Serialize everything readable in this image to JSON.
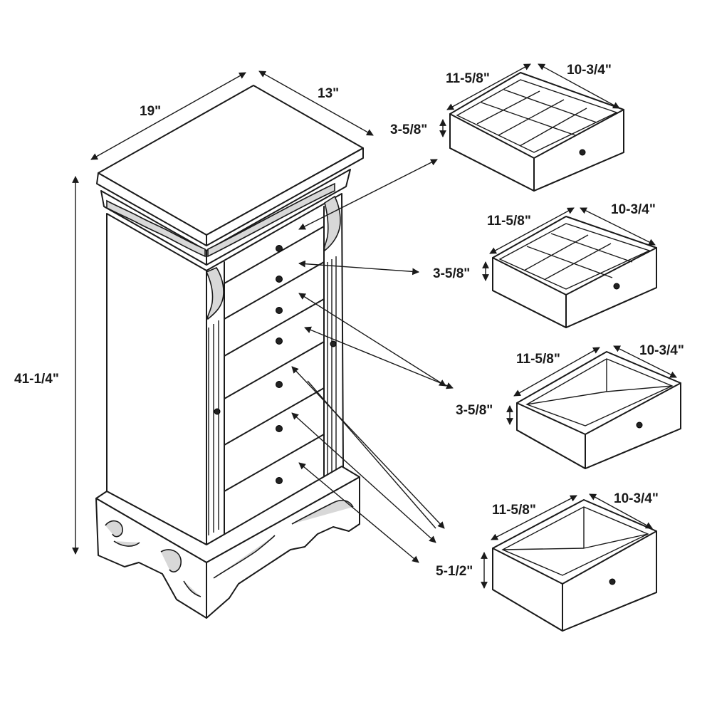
{
  "cabinet": {
    "width_label": "19\"",
    "depth_label": "13\"",
    "height_label": "41-1/4\""
  },
  "drawers": [
    {
      "depth_label": "11-5/8\"",
      "width_label": "10-3/4\"",
      "height_label": "3-5/8\"",
      "compartments": "grid"
    },
    {
      "depth_label": "11-5/8\"",
      "width_label": "10-3/4\"",
      "height_label": "3-5/8\"",
      "compartments": "grid"
    },
    {
      "depth_label": "11-5/8\"",
      "width_label": "10-3/4\"",
      "height_label": "3-5/8\"",
      "compartments": "none"
    },
    {
      "depth_label": "11-5/8\"",
      "width_label": "10-3/4\"",
      "height_label": "5-1/2\"",
      "compartments": "none"
    }
  ]
}
